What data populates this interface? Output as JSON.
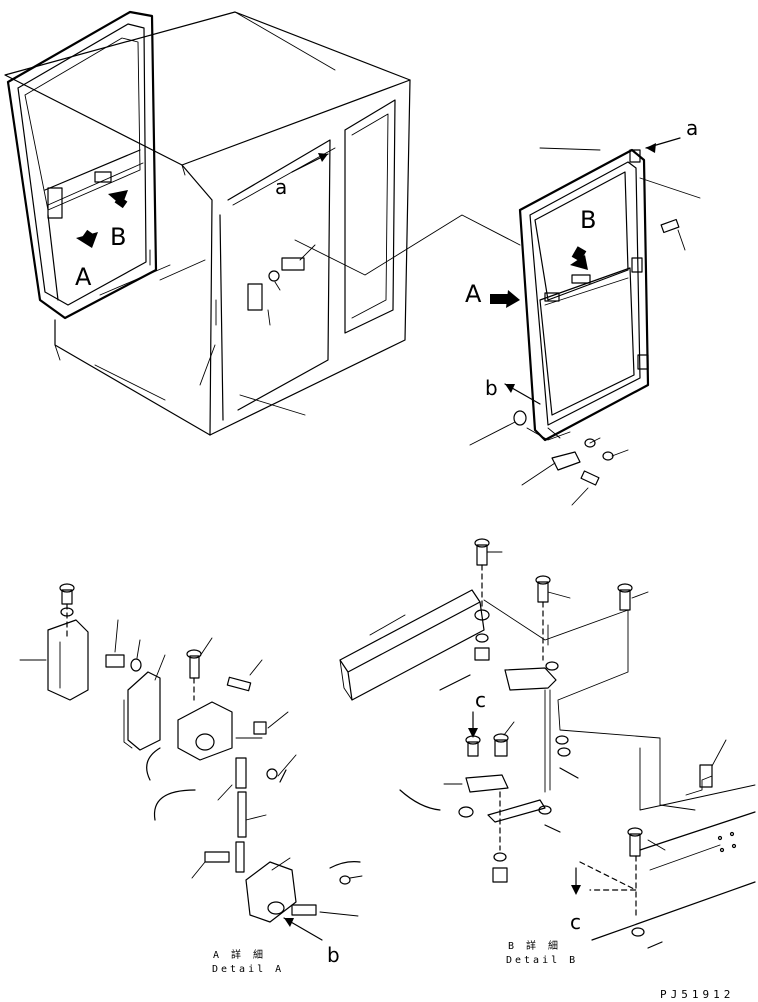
{
  "labels": {
    "view_a": "A",
    "view_b": "B",
    "ref_a": "a",
    "ref_b": "b",
    "ref_c": "c"
  },
  "captions": {
    "detail_a_jp": "A 詳 細",
    "detail_a_en": "Detail A",
    "detail_b_jp": "B 詳 細",
    "detail_b_en": "Detail B"
  },
  "part_code": "PJ51912",
  "colors": {
    "line": "#000000",
    "background": "#ffffff"
  }
}
